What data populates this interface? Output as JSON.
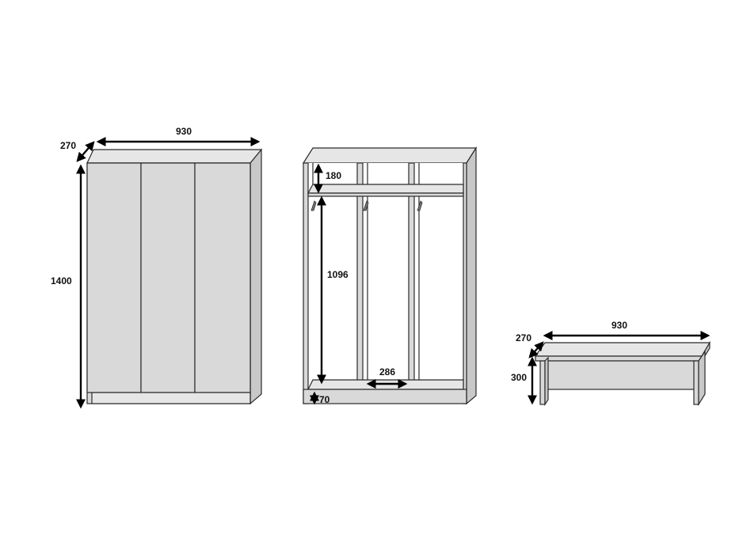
{
  "wardrobe": {
    "width_label": "930",
    "depth_label": "270",
    "height_label": "1400"
  },
  "hallway_rack": {
    "shelf_height_label": "180",
    "hanging_height_label": "1096",
    "section_width_label": "286",
    "plinth_height_label": "70"
  },
  "bench": {
    "width_label": "930",
    "depth_label": "270",
    "height_label": "300"
  }
}
